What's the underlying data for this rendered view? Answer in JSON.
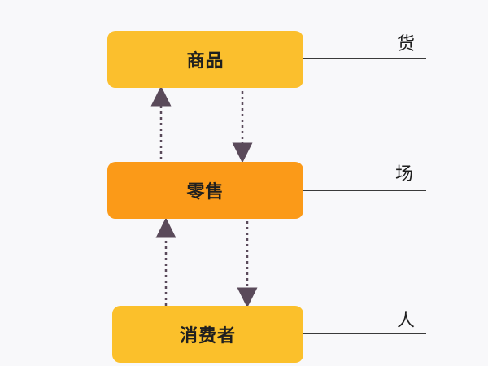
{
  "diagram": {
    "nodes": {
      "goods": "商品",
      "retail": "零售",
      "consumer": "消费者"
    },
    "side_labels": {
      "goods": "货",
      "retail": "场",
      "consumer": "人"
    },
    "edges": [
      {
        "from": "retail",
        "to": "goods",
        "style": "dotted"
      },
      {
        "from": "goods",
        "to": "retail",
        "style": "dotted"
      },
      {
        "from": "consumer",
        "to": "retail",
        "style": "dotted"
      },
      {
        "from": "retail",
        "to": "consumer",
        "style": "dotted"
      }
    ],
    "colors": {
      "goods_box": "#fbbf2d",
      "retail_box": "#fb9a18",
      "consumer_box": "#fbc02b",
      "line": "#3a3a3a",
      "arrow": "#5a4a5a"
    }
  }
}
